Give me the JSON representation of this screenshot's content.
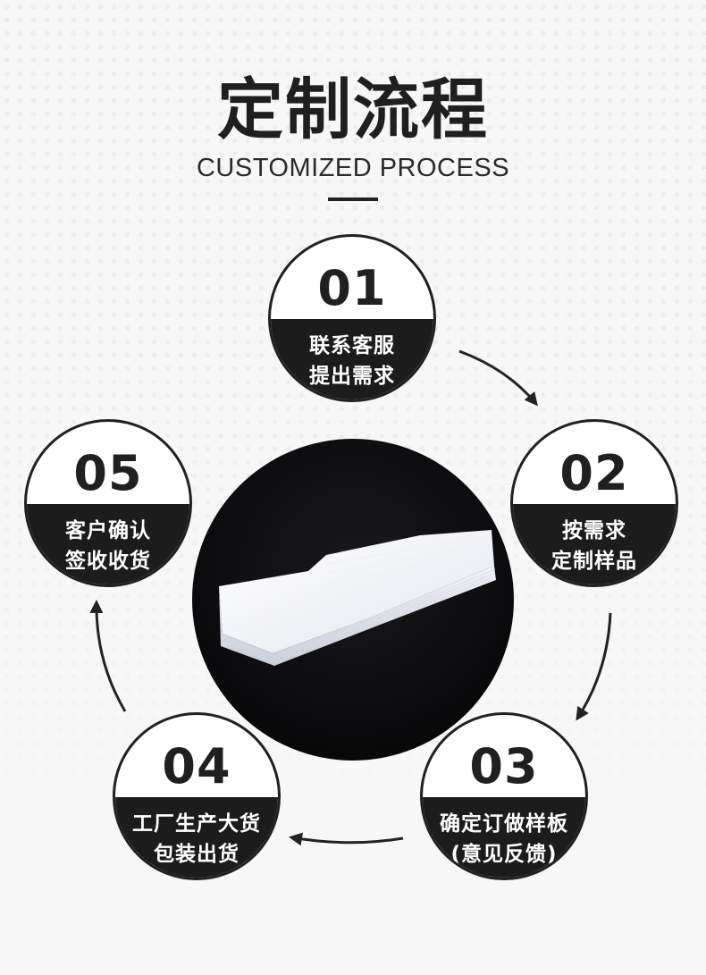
{
  "header": {
    "title": "定制流程",
    "subtitle": "CUSTOMIZED PROCESS"
  },
  "steps": [
    {
      "number": "01",
      "line1": "联系客服",
      "line2": "提出需求"
    },
    {
      "number": "02",
      "line1": "按需求",
      "line2": "定制样品"
    },
    {
      "number": "03",
      "line1": "确定订做样板",
      "line2": "(意见反馈)"
    },
    {
      "number": "04",
      "line1": "工厂生产大货",
      "line2": "包装出货"
    },
    {
      "number": "05",
      "line1": "客户确认",
      "line2": "签收收货"
    }
  ],
  "colors": {
    "accent": "#1c1c1c",
    "background": "#f7f7f7",
    "product_bg": "#0b0b0d"
  }
}
